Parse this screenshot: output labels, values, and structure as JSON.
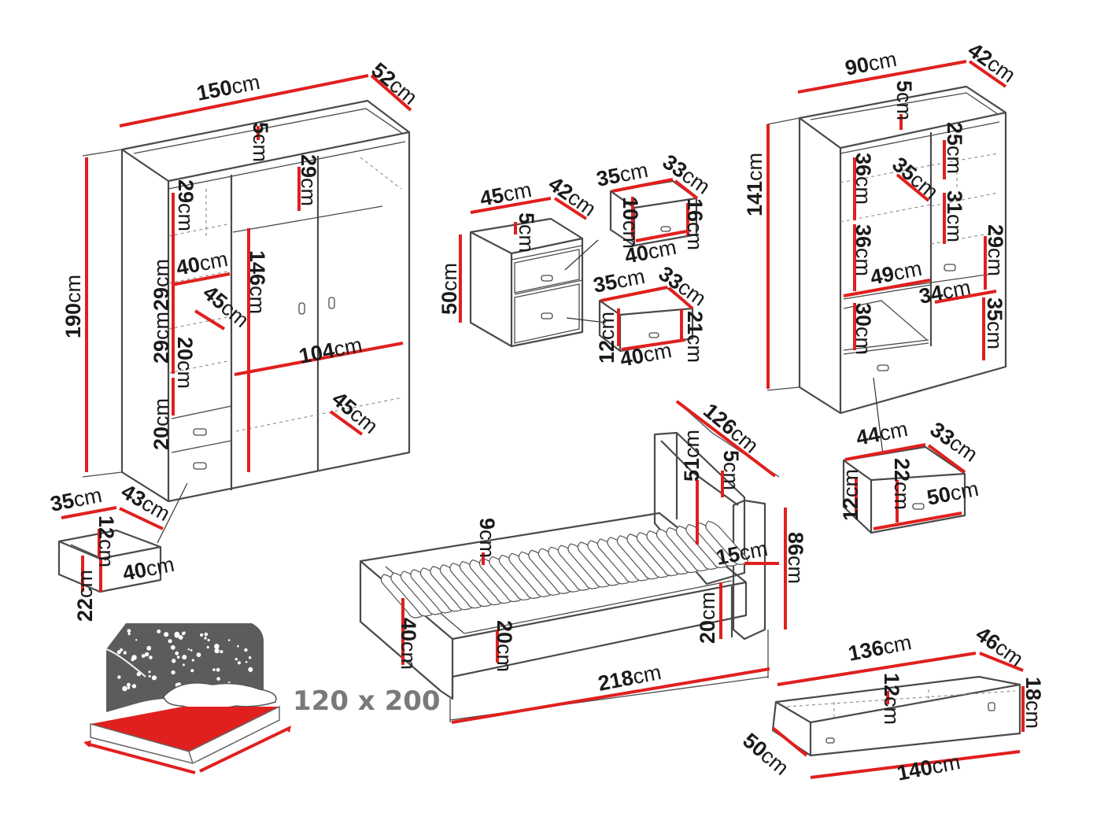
{
  "labels": {
    "wardrobe": {
      "width": {
        "n": "150",
        "u": "cm"
      },
      "depth": {
        "n": "52",
        "u": "cm"
      },
      "top": {
        "n": "5",
        "u": "cm"
      },
      "height": {
        "n": "190",
        "u": "cm"
      },
      "shelf_top": {
        "n": "29",
        "u": "cm"
      },
      "shelf_1": {
        "n": "29",
        "u": "cm"
      },
      "shelf_2": {
        "n": "29",
        "u": "cm"
      },
      "shelf_3": {
        "n": "29",
        "u": "cm"
      },
      "shelf_w": {
        "n": "40",
        "u": "cm"
      },
      "shelf_d": {
        "n": "45",
        "u": "cm"
      },
      "shelf_4": {
        "n": "20",
        "u": "cm"
      },
      "drawer_h": {
        "n": "20",
        "u": "cm"
      },
      "hang_h": {
        "n": "146",
        "u": "cm"
      },
      "hang_w": {
        "n": "104",
        "u": "cm"
      },
      "hang_d": {
        "n": "45",
        "u": "cm"
      }
    },
    "wardrobe_drawer": {
      "w": {
        "n": "35",
        "u": "cm"
      },
      "d": {
        "n": "43",
        "u": "cm"
      },
      "inner_h": {
        "n": "12",
        "u": "cm"
      },
      "inner_w": {
        "n": "40",
        "u": "cm"
      },
      "h": {
        "n": "22",
        "u": "cm"
      }
    },
    "nightstand": {
      "width": {
        "n": "45",
        "u": "cm"
      },
      "depth": {
        "n": "42",
        "u": "cm"
      },
      "top": {
        "n": "5",
        "u": "cm"
      },
      "height": {
        "n": "50",
        "u": "cm"
      }
    },
    "ns_drawer_top": {
      "w": {
        "n": "35",
        "u": "cm"
      },
      "d": {
        "n": "33",
        "u": "cm"
      },
      "inner_h": {
        "n": "10",
        "u": "cm"
      },
      "h": {
        "n": "16",
        "u": "cm"
      },
      "outer_w": {
        "n": "40",
        "u": "cm"
      }
    },
    "ns_drawer_bottom": {
      "w": {
        "n": "35",
        "u": "cm"
      },
      "d": {
        "n": "33",
        "u": "cm"
      },
      "inner_h": {
        "n": "12",
        "u": "cm"
      },
      "h": {
        "n": "21",
        "u": "cm"
      },
      "outer_w": {
        "n": "40",
        "u": "cm"
      }
    },
    "bookcase": {
      "width": {
        "n": "90",
        "u": "cm"
      },
      "depth": {
        "n": "42",
        "u": "cm"
      },
      "top": {
        "n": "5",
        "u": "cm"
      },
      "height": {
        "n": "141",
        "u": "cm"
      },
      "shelf_a": {
        "n": "36",
        "u": "cm"
      },
      "shelf_d": {
        "n": "35",
        "u": "cm"
      },
      "shelf_b": {
        "n": "36",
        "u": "cm"
      },
      "shelf_r1": {
        "n": "25",
        "u": "cm"
      },
      "shelf_r2": {
        "n": "31",
        "u": "cm"
      },
      "shelf_r3": {
        "n": "29",
        "u": "cm"
      },
      "inner_w": {
        "n": "49",
        "u": "cm"
      },
      "right_w": {
        "n": "34",
        "u": "cm"
      },
      "cab_h": {
        "n": "30",
        "u": "cm"
      },
      "right_h": {
        "n": "35",
        "u": "cm"
      }
    },
    "bookcase_drawer": {
      "w": {
        "n": "44",
        "u": "cm"
      },
      "d": {
        "n": "33",
        "u": "cm"
      },
      "inner_h": {
        "n": "12",
        "u": "cm"
      },
      "h": {
        "n": "22",
        "u": "cm"
      },
      "outer_w": {
        "n": "50",
        "u": "cm"
      }
    },
    "bed": {
      "depth": {
        "n": "126",
        "u": "cm"
      },
      "head_top": {
        "n": "5",
        "u": "cm"
      },
      "head_h": {
        "n": "51",
        "u": "cm"
      },
      "height": {
        "n": "86",
        "u": "cm"
      },
      "side_w": {
        "n": "15",
        "u": "cm"
      },
      "slat_gap": {
        "n": "9",
        "u": "cm"
      },
      "side_h": {
        "n": "40",
        "u": "cm"
      },
      "leg_mid": {
        "n": "20",
        "u": "cm"
      },
      "leg_end": {
        "n": "20",
        "u": "cm"
      },
      "length": {
        "n": "218",
        "u": "cm"
      }
    },
    "under_bed_drawer": {
      "w": {
        "n": "136",
        "u": "cm"
      },
      "d": {
        "n": "46",
        "u": "cm"
      },
      "inner_h": {
        "n": "12",
        "u": "cm"
      },
      "h": {
        "n": "18",
        "u": "cm"
      },
      "side_d": {
        "n": "50",
        "u": "cm"
      },
      "outer_w": {
        "n": "140",
        "u": "cm"
      }
    }
  },
  "mattress_size": "120 x 200",
  "colors": {
    "accent": "#e0201e",
    "outline": "#4a4a4a",
    "headboard": "#5c5c5c",
    "text": "#1a1a1a"
  }
}
